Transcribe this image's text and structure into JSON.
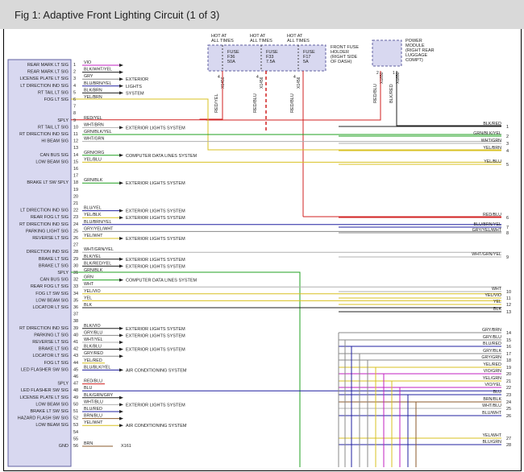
{
  "title": "Fig 1: Adaptive Front Lighting Circuit (1 of 3)",
  "fuses": [
    {
      "hot_line1": "HOT AT",
      "hot_line2": "ALL TIMES",
      "name": "FUSE",
      "id": "F36",
      "rating": "50A",
      "pin": "4",
      "connector": "X1456",
      "wire": "RED/YEL"
    },
    {
      "hot_line1": "HOT AT",
      "hot_line2": "ALL TIMES",
      "name": "FUSE",
      "id": "F33",
      "rating": "7.5A",
      "pin": "4",
      "connector": "X1456",
      "wire": "RED/BLU"
    },
    {
      "hot_line1": "HOT AT",
      "hot_line2": "ALL TIMES",
      "name": "FUSE",
      "id": "F17",
      "rating": "5A",
      "pin": "4",
      "connector": "X1456",
      "wire": "RED/BLU"
    }
  ],
  "fuse_holder_label": [
    "FRONT FUSE",
    "HOLDER",
    "(RIGHT SIDE",
    "OF DASH)"
  ],
  "power_module_label": [
    "POWER",
    "MODULE",
    "(RIGHT REAR",
    "LUGGAGE",
    "COMPT)"
  ],
  "power_module_pins": [
    {
      "pin": "2",
      "connector": "X1850",
      "wire": "RED/BLU"
    },
    {
      "pin": "1",
      "connector": "X1850",
      "wire": "BLK/RED"
    }
  ],
  "left_pins": [
    {
      "label": "REAR MARK LT SIG",
      "pin": "1",
      "wire": "VIO",
      "color": "#c020c0",
      "dest": "arrow"
    },
    {
      "label": "REAR MARK LT SIG",
      "pin": "2",
      "wire": "BLK/WHT/YEL",
      "color": "#202020",
      "dest": "arrow"
    },
    {
      "label": "LICENSE PLATE LT SIG",
      "pin": "3",
      "wire": "GRY",
      "color": "#888888",
      "dest": "arrow"
    },
    {
      "label": "LT DIRECTION IND SIG",
      "pin": "4",
      "wire": "BLU/BRN/YEL",
      "color": "#2020a0",
      "dest": "arrow"
    },
    {
      "label": "RT TAIL LT SIG",
      "pin": "5",
      "wire": "BLK/BRN",
      "color": "#202020",
      "dest": "arrow"
    },
    {
      "label": "FOG LT SIG",
      "pin": "6",
      "wire": "YEL/BRN",
      "color": "#d8c020",
      "dest": "route-yel"
    },
    {
      "label": "",
      "pin": "7",
      "wire": "",
      "color": "",
      "dest": "none"
    },
    {
      "label": "",
      "pin": "8",
      "wire": "",
      "color": "",
      "dest": "none"
    },
    {
      "label": "SPLY",
      "pin": "9",
      "wire": "RED/YEL",
      "color": "#d02020",
      "dest": "route-f36"
    },
    {
      "label": "RT TAIL LT SIG",
      "pin": "10",
      "wire": "WHT/BRN",
      "color": "#b0b0b0",
      "dest": "arrow"
    },
    {
      "label": "RT DIRECTION IND SIG",
      "pin": "11",
      "wire": "GRN/BLK/YEL",
      "color": "#20a020",
      "dest": "right"
    },
    {
      "label": "HI BEAM SIG",
      "pin": "12",
      "wire": "WHT/GRN",
      "color": "#b0b0b0",
      "dest": "right"
    },
    {
      "label": "",
      "pin": "13",
      "wire": "",
      "color": "",
      "dest": "none"
    },
    {
      "label": "CAN BUS SIG",
      "pin": "14",
      "wire": "GRN/ORG",
      "color": "#20a020",
      "dest": "arrow"
    },
    {
      "label": "LOW BEAM SIG",
      "pin": "15",
      "wire": "YEL/BLU",
      "color": "#d8c020",
      "dest": "right"
    },
    {
      "label": "",
      "pin": "16",
      "wire": "",
      "color": "",
      "dest": "none"
    },
    {
      "label": "",
      "pin": "17",
      "wire": "",
      "color": "",
      "dest": "none"
    },
    {
      "label": "BRAKE LT SW SPLY",
      "pin": "18",
      "wire": "GRN/BLK",
      "color": "#20a020",
      "dest": "arrow"
    },
    {
      "label": "",
      "pin": "19",
      "wire": "",
      "color": "",
      "dest": "none"
    },
    {
      "label": "",
      "pin": "20",
      "wire": "",
      "color": "",
      "dest": "none"
    },
    {
      "label": "",
      "pin": "21",
      "wire": "",
      "color": "",
      "dest": "none"
    },
    {
      "label": "LT DIRECTION IND SIG",
      "pin": "22",
      "wire": "BLU/YEL",
      "color": "#2020a0",
      "dest": "arrow"
    },
    {
      "label": "REAR FOG LT SIG",
      "pin": "23",
      "wire": "YEL/BLK",
      "color": "#d8c020",
      "dest": "arrow"
    },
    {
      "label": "RT DIRECTION IND SIG",
      "pin": "24",
      "wire": "BLU/BRN/YEL",
      "color": "#2020a0",
      "dest": "right"
    },
    {
      "label": "PARKING LIGHT SIG",
      "pin": "25",
      "wire": "GRY/YEL/WHT",
      "color": "#888888",
      "dest": "right"
    },
    {
      "label": "REVERSE LT SIG",
      "pin": "26",
      "wire": "YEL/WHT",
      "color": "#d8c020",
      "dest": "arrow"
    },
    {
      "label": "",
      "pin": "27",
      "wire": "",
      "color": "",
      "dest": "none"
    },
    {
      "label": "DIRECTION IND SIG",
      "pin": "28",
      "wire": "WHT/GRN/YEL",
      "color": "#b0b0b0",
      "dest": "right"
    },
    {
      "label": "BRAKE LT SIG",
      "pin": "29",
      "wire": "BLK/YEL",
      "color": "#202020",
      "dest": "arrow"
    },
    {
      "label": "BRAKE LT SIG",
      "pin": "30",
      "wire": "BLK/RED/YEL",
      "color": "#202020",
      "dest": "arrow"
    },
    {
      "label": "SPLY",
      "pin": "31",
      "wire": "GRN/BLK",
      "color": "#20a020",
      "dest": "drop"
    },
    {
      "label": "CAN BUS SIG",
      "pin": "32",
      "wire": "GRN",
      "color": "#20a020",
      "dest": "arrow"
    },
    {
      "label": "REAR FOG LT SIG",
      "pin": "33",
      "wire": "WHT",
      "color": "#b0b0b0",
      "dest": "right"
    },
    {
      "label": "FOG LT SW SIG",
      "pin": "34",
      "wire": "YEL/VIO",
      "color": "#d8c020",
      "dest": "right"
    },
    {
      "label": "LOW BEAM SIG",
      "pin": "35",
      "wire": "YEL",
      "color": "#d8c020",
      "dest": "right"
    },
    {
      "label": "LOCATOR LT SIG",
      "pin": "36",
      "wire": "BLK",
      "color": "#202020",
      "dest": "right"
    },
    {
      "label": "",
      "pin": "37",
      "wire": "",
      "color": "",
      "dest": "none"
    },
    {
      "label": "",
      "pin": "38",
      "wire": "",
      "color": "",
      "dest": "none"
    },
    {
      "label": "RT DIRECTION IND SIG",
      "pin": "39",
      "wire": "BLK/VIO",
      "color": "#202020",
      "dest": "arrow"
    },
    {
      "label": "PARKING LT SIG",
      "pin": "40",
      "wire": "GRY/BLU",
      "color": "#888888",
      "dest": "arrow"
    },
    {
      "label": "REVERSE LT SIG",
      "pin": "41",
      "wire": "WHT/YEL",
      "color": "#b0b0b0",
      "dest": "arrow"
    },
    {
      "label": "BRAKE LT SIG",
      "pin": "42",
      "wire": "BLK/BLU",
      "color": "#202020",
      "dest": "arrow"
    },
    {
      "label": "LOCATOR LT SIG",
      "pin": "43",
      "wire": "GRY/RED",
      "color": "#888888",
      "dest": "arrow"
    },
    {
      "label": "FOG LT SIG",
      "pin": "44",
      "wire": "YEL/RED",
      "color": "#d8c020",
      "dest": "none"
    },
    {
      "label": "LED FLASHER SW SIG",
      "pin": "45",
      "wire": "BLU/BLK/YEL",
      "color": "#2020a0",
      "dest": "arrow"
    },
    {
      "label": "",
      "pin": "46",
      "wire": "",
      "color": "",
      "dest": "none"
    },
    {
      "label": "SPLY",
      "pin": "47",
      "wire": "RED/BLU",
      "color": "#d02020",
      "dest": "none"
    },
    {
      "label": "LED FLASHER SW SIG",
      "pin": "48",
      "wire": "BLU",
      "color": "#2020a0",
      "dest": "right"
    },
    {
      "label": "LICENSE PLATE LT SIG",
      "pin": "49",
      "wire": "BLK/GRN/GRY",
      "color": "#202020",
      "dest": "arrow"
    },
    {
      "label": "LOW BEAM SIG",
      "pin": "50",
      "wire": "WHT/BLU",
      "color": "#b0b0b0",
      "dest": "arrow"
    },
    {
      "label": "BRAKE LT SW SIG",
      "pin": "51",
      "wire": "BLU/RED",
      "color": "#2020a0",
      "dest": "arrow"
    },
    {
      "label": "HAZARD FLASH SW SIG",
      "pin": "52",
      "wire": "BRN/BLU",
      "color": "#8b5a2b",
      "dest": "arrow"
    },
    {
      "label": "LOW BEAM SIG",
      "pin": "53",
      "wire": "YEL/WHT",
      "color": "#d8c020",
      "dest": "arrow"
    },
    {
      "label": "",
      "pin": "54",
      "wire": "",
      "color": "",
      "dest": "none"
    },
    {
      "label": "",
      "pin": "55",
      "wire": "",
      "color": "",
      "dest": "none"
    },
    {
      "label": "GND",
      "pin": "56",
      "wire": "BRN",
      "color": "#8b5a2b",
      "dest": "gnd"
    }
  ],
  "arrow_targets": {
    "1": "",
    "2": "",
    "3": "EXTERIOR",
    "4": "LIGHTS",
    "5": "SYSTEM",
    "10": "EXTERIOR LIGHTS SYSTEM",
    "14": "COMPUTER DATA LINES SYSTEM",
    "18": "EXTERIOR LIGHTS SYSTEM",
    "22": "EXTERIOR LIGHTS SYSTEM",
    "23": "EXTERIOR LIGHTS SYSTEM",
    "26": "EXTERIOR LIGHTS SYSTEM",
    "29": "EXTERIOR LIGHTS SYSTEM",
    "30": "EXTERIOR LIGHTS SYSTEM",
    "32": "COMPUTER DATA LINES SYSTEM",
    "39": "EXTERIOR LIGHTS SYSTEM",
    "40": "EXTERIOR LIGHTS SYSTEM",
    "41": "",
    "42": "EXTERIOR LIGHTS SYSTEM",
    "43": "",
    "45": "AIR CONDITIONING SYSTEM",
    "49": "",
    "50": "EXTERIOR LIGHTS SYSTEM",
    "51": "",
    "52": "",
    "53": "AIR CONDITIONING SYSTEM"
  },
  "gnd_connector": "X161",
  "right_pins": [
    {
      "wire": "BLK/RED",
      "pin": "1",
      "color": "#202020"
    },
    {
      "wire": "GRN/BLK/YEL",
      "pin": "2",
      "color": "#20a020"
    },
    {
      "wire": "WHT/GRN",
      "pin": "3",
      "color": "#b0b0b0"
    },
    {
      "wire": "YEL/BRN",
      "pin": "4",
      "color": "#d8c020"
    },
    {
      "wire": "YEL/BLU",
      "pin": "5",
      "color": "#d8c020"
    },
    {
      "wire": "RED/BLU",
      "pin": "6",
      "color": "#d02020"
    },
    {
      "wire": "BLU/BRN/YEL",
      "pin": "7",
      "color": "#2020a0"
    },
    {
      "wire": "GRY/YEL/WHT",
      "pin": "8",
      "color": "#888888"
    },
    {
      "wire": "WHT/GRN/YEL",
      "pin": "9",
      "color": "#b0b0b0"
    },
    {
      "wire": "WHT",
      "pin": "10",
      "color": "#b0b0b0"
    },
    {
      "wire": "YEL/VIO",
      "pin": "11",
      "color": "#d8c020"
    },
    {
      "wire": "YEL",
      "pin": "12",
      "color": "#d8c020"
    },
    {
      "wire": "BLK",
      "pin": "13",
      "color": "#202020"
    },
    {
      "wire": "GRY/BRN",
      "pin": "14",
      "color": "#888888"
    },
    {
      "wire": "GRY/BLU",
      "pin": "15",
      "color": "#888888"
    },
    {
      "wire": "BLU/RED",
      "pin": "16",
      "color": "#2020a0"
    },
    {
      "wire": "GRY/BLK",
      "pin": "17",
      "color": "#888888"
    },
    {
      "wire": "GRY/GRN",
      "pin": "18",
      "color": "#888888"
    },
    {
      "wire": "YEL/RED",
      "pin": "19",
      "color": "#d8c020"
    },
    {
      "wire": "VIO/GRN",
      "pin": "20",
      "color": "#c020c0"
    },
    {
      "wire": "YEL/GRN",
      "pin": "21",
      "color": "#d8c020"
    },
    {
      "wire": "VIO/YEL",
      "pin": "22",
      "color": "#c020c0"
    },
    {
      "wire": "BLU",
      "pin": "23",
      "color": "#2020a0"
    },
    {
      "wire": "BRN/BLK",
      "pin": "24",
      "color": "#8b5a2b"
    },
    {
      "wire": "WHT/BLU",
      "pin": "25",
      "color": "#b0b0b0"
    },
    {
      "wire": "BLU/WHT",
      "pin": "26",
      "color": "#2020a0"
    },
    {
      "wire": "YEL/WHT",
      "pin": "27",
      "color": "#d8c020"
    },
    {
      "wire": "BLU/GRN",
      "pin": "28",
      "color": "#2020a0"
    }
  ],
  "colors": {
    "module_fill": "#d8d8f0",
    "module_border": "#6060a0",
    "fuse_fill": "#d8d8f0",
    "title_bar": "#d9d9d9"
  }
}
